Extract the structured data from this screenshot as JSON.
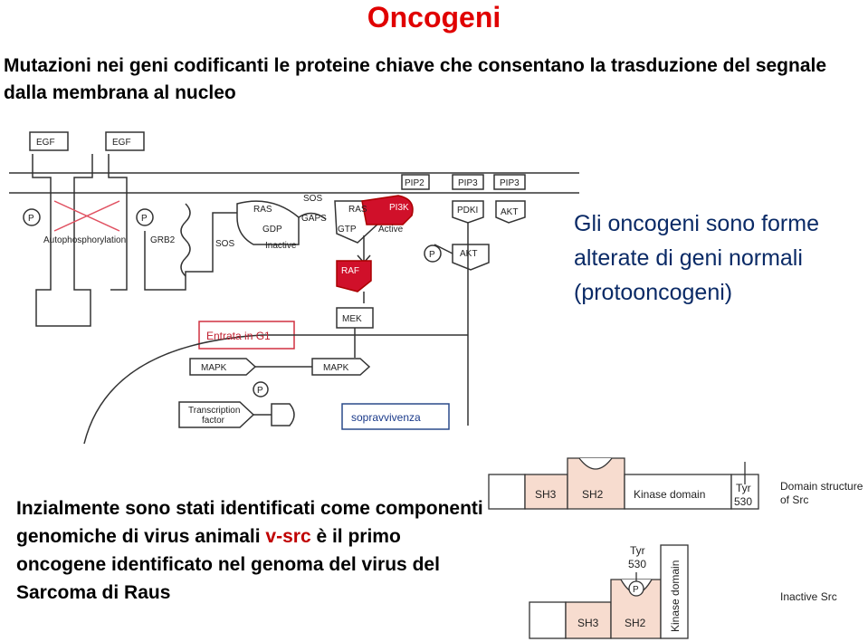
{
  "slide": {
    "title": "Oncogeni",
    "subtitle": "Mutazioni nei geni codificanti le proteine chiave che consentano la trasduzione del segnale dalla membrana al nucleo",
    "side_text": "Gli oncogeni sono forme alterate di geni normali (protooncogeni)",
    "bottom_text_1": "Inzialmente sono stati identificati come componenti genomiche di virus animali",
    "bottom_text_red": "v-src",
    "bottom_text_2": " è  il primo oncogene identificato nel genoma del virus del Sarcoma di Raus"
  },
  "pathway": {
    "egf_1": "EGF",
    "egf_2": "EGF",
    "p_1": "P",
    "p_2": "P",
    "p_3": "P",
    "p_4": "P",
    "autophos": "Autophosphorylation",
    "grb2": "GRB2",
    "sos_left": "SOS",
    "sos_top": "SOS",
    "ras_1": "RAS",
    "gdp": "GDP",
    "inactive": "Inactive",
    "gaps": "GAPS",
    "ras_2": "RAS",
    "gtp": "GTP",
    "pi3k": "PI3K",
    "active": "Active",
    "pip2": "PIP2",
    "pip3_1": "PIP3",
    "pip3_2": "PIP3",
    "pdki": "PDKI",
    "akt_1": "AKT",
    "akt_2": "AKT",
    "raf": "RAF",
    "mek": "MEK",
    "entrata": "Entrata in G1",
    "mapk_1": "MAPK",
    "mapk_2": "MAPK",
    "tf_1": "Transcription",
    "tf_2": "factor",
    "sopravvivenza": "sopravvivenza"
  },
  "src": {
    "sh3": "SH3",
    "sh2": "SH2",
    "kinase": "Kinase domain",
    "tyr": "Tyr",
    "n530": "530",
    "domain_1": "Domain structure",
    "domain_2": "of Src",
    "tyr_b": "Tyr",
    "n530_b": "530",
    "p": "P",
    "sh3_b": "SH3",
    "sh2_b": "SH2",
    "kinase_b": "Kinase domain",
    "inactive_src": "Inactive Src"
  },
  "colors": {
    "title": "#e00000",
    "accent_red": "#d0102a",
    "src_fill": "#f7dccf",
    "side_text": "#0a2a66"
  }
}
